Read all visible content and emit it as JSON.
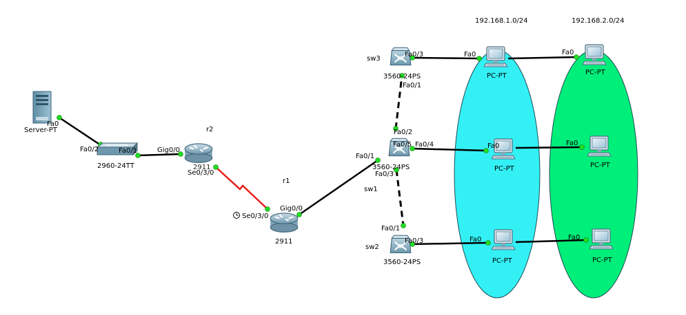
{
  "networks": [
    {
      "id": "net1",
      "label": "192.168.1.0/24",
      "color": "#33f0f5"
    },
    {
      "id": "net2",
      "label": "192.168.2.0/24",
      "color": "#00ee7a"
    }
  ],
  "devices": {
    "server": {
      "model": "Server-PT"
    },
    "switch2960": {
      "model": "2960-24TT"
    },
    "r2": {
      "name": "r2",
      "model": "2911"
    },
    "r1": {
      "name": "r1",
      "model": "2911"
    },
    "sw3": {
      "name": "sw3",
      "model": "3560-24PS"
    },
    "sw1": {
      "name": "sw1",
      "model": "3560-24PS"
    },
    "sw2": {
      "name": "sw2",
      "model": "3560-24PS"
    },
    "pc": {
      "model": "PC-PT"
    }
  },
  "ports": {
    "server_fa0": "Fa0",
    "sw2960_fa02": "Fa0/2",
    "sw2960_fa01": "Fa0/1",
    "r2_gig00": "Gig0/0",
    "r2_se030": "Se0/3/0",
    "r1_se030": "Se0/3/0",
    "r1_gig00": "Gig0/0",
    "sw1_fa01": "Fa0/1",
    "sw1_fa02": "Fa0/2",
    "sw1_fa03": "Fa0/3",
    "sw1_fa04": "Fa0/4",
    "sw1_fa05": "Fa0/5",
    "sw3_fa03": "Fa0/3",
    "sw3_fa01": "Fa0/1",
    "sw2_fa01": "Fa0/1",
    "sw2_fa03": "Fa0/3",
    "pc_fa0": "Fa0"
  },
  "colors": {
    "link": "#000000",
    "serial": "#e8211c",
    "port_dot": "#22dd22"
  },
  "icons": {
    "clock": "clock-icon"
  }
}
